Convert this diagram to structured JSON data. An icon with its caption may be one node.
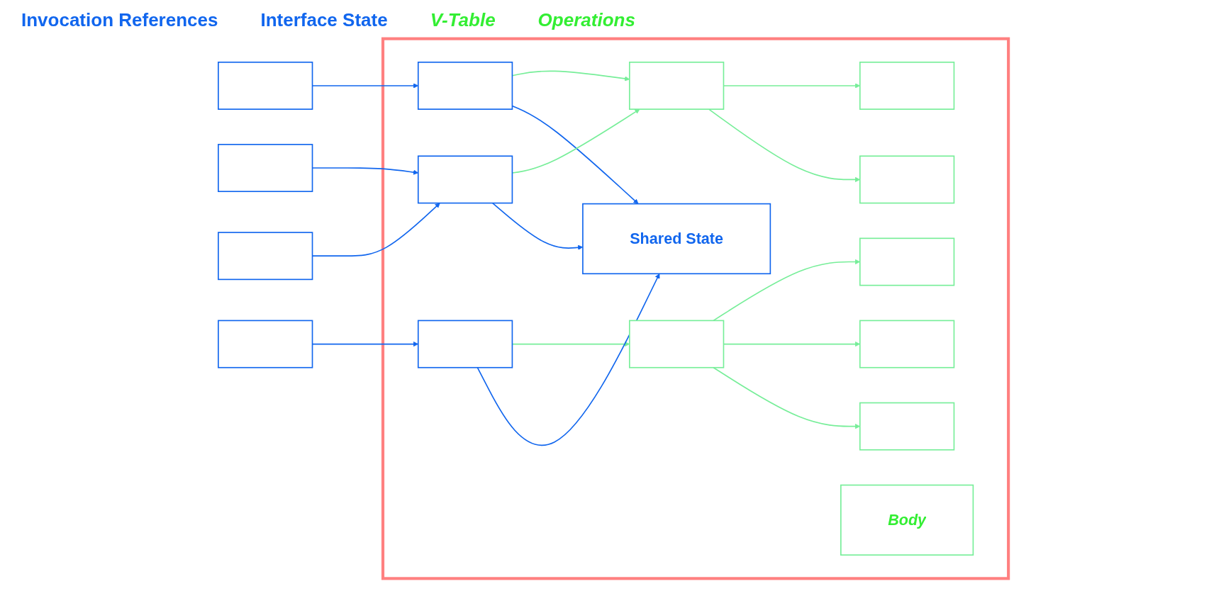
{
  "diagram": {
    "nodes": [
      {
        "text": [],
        "shape": "box"
      },
      {
        "text": [],
        "shape": "box"
      },
      {
        "text": [],
        "shape": "box"
      },
      {
        "text": [],
        "shape": "box"
      },
      {
        "text": [],
        "shape": "box"
      },
      {
        "text": [],
        "shape": "box",
        "in": 0
      },
      {
        "text": [],
        "shape": "box",
        "in": 0
      },
      {
        "text": [],
        "shape": "box",
        "in": 0
      },
      {
        "text": [],
        "shape": "box",
        "in": 0
      },
      {
        "text": [],
        "shape": "box",
        "in": 0
      },
      {
        "text": [],
        "shape": "box",
        "in": 0
      },
      {
        "text": [],
        "shape": "box",
        "in": 0
      },
      {
        "text": [],
        "shape": "box",
        "in": 0
      },
      {
        "text": [],
        "shape": "box",
        "in": 0
      },
      {
        "text": [],
        "shape": "box",
        "in": 0
      },
      {
        "text": [
          "Body"
        ],
        "in": 0
      },
      {
        "text": [
          "Shared State"
        ],
        "in": 0
      }
    ],
    "edges": [
      {
        "from": 1,
        "to": 5,
        "arrow": "to",
        "color": "#1166ee"
      },
      {
        "from": 5,
        "to": 8,
        "arrow": "to"
      },
      {
        "from": 8,
        "to": 10,
        "arrow": "to"
      },
      {
        "from": 8,
        "to": 11,
        "arrow": "to"
      },
      {
        "from": 5,
        "to": 16,
        "arrow": "to",
        "color": "#1166ee"
      },
      {
        "from": 2,
        "to": 6,
        "arrow": "to",
        "color": "#1166ee"
      },
      {
        "from": 3,
        "to": 6,
        "arrow": "to",
        "color": "#1166ee"
      },
      {
        "from": 6,
        "to": 8,
        "arrow": "to"
      },
      {
        "from": 6,
        "to": 16,
        "arrow": "to",
        "color": "#1166ee"
      },
      {
        "from": 4,
        "to": 7,
        "arrow": "to",
        "color": "#1166ee"
      },
      {
        "from": 7,
        "to": 9,
        "arrow": "to"
      },
      {
        "from": 7,
        "to": 16,
        "arrow": "to",
        "color": "#1166ee"
      },
      {
        "from": 9,
        "to": 12,
        "arrow": "to"
      },
      {
        "from": 9,
        "to": 13,
        "arrow": "to"
      },
      {
        "from": 9,
        "to": 14,
        "arrow": "to"
      }
    ],
    "labels": [
      "Invocation References",
      "Interface State",
      "V-Table",
      "Operations"
    ]
  }
}
